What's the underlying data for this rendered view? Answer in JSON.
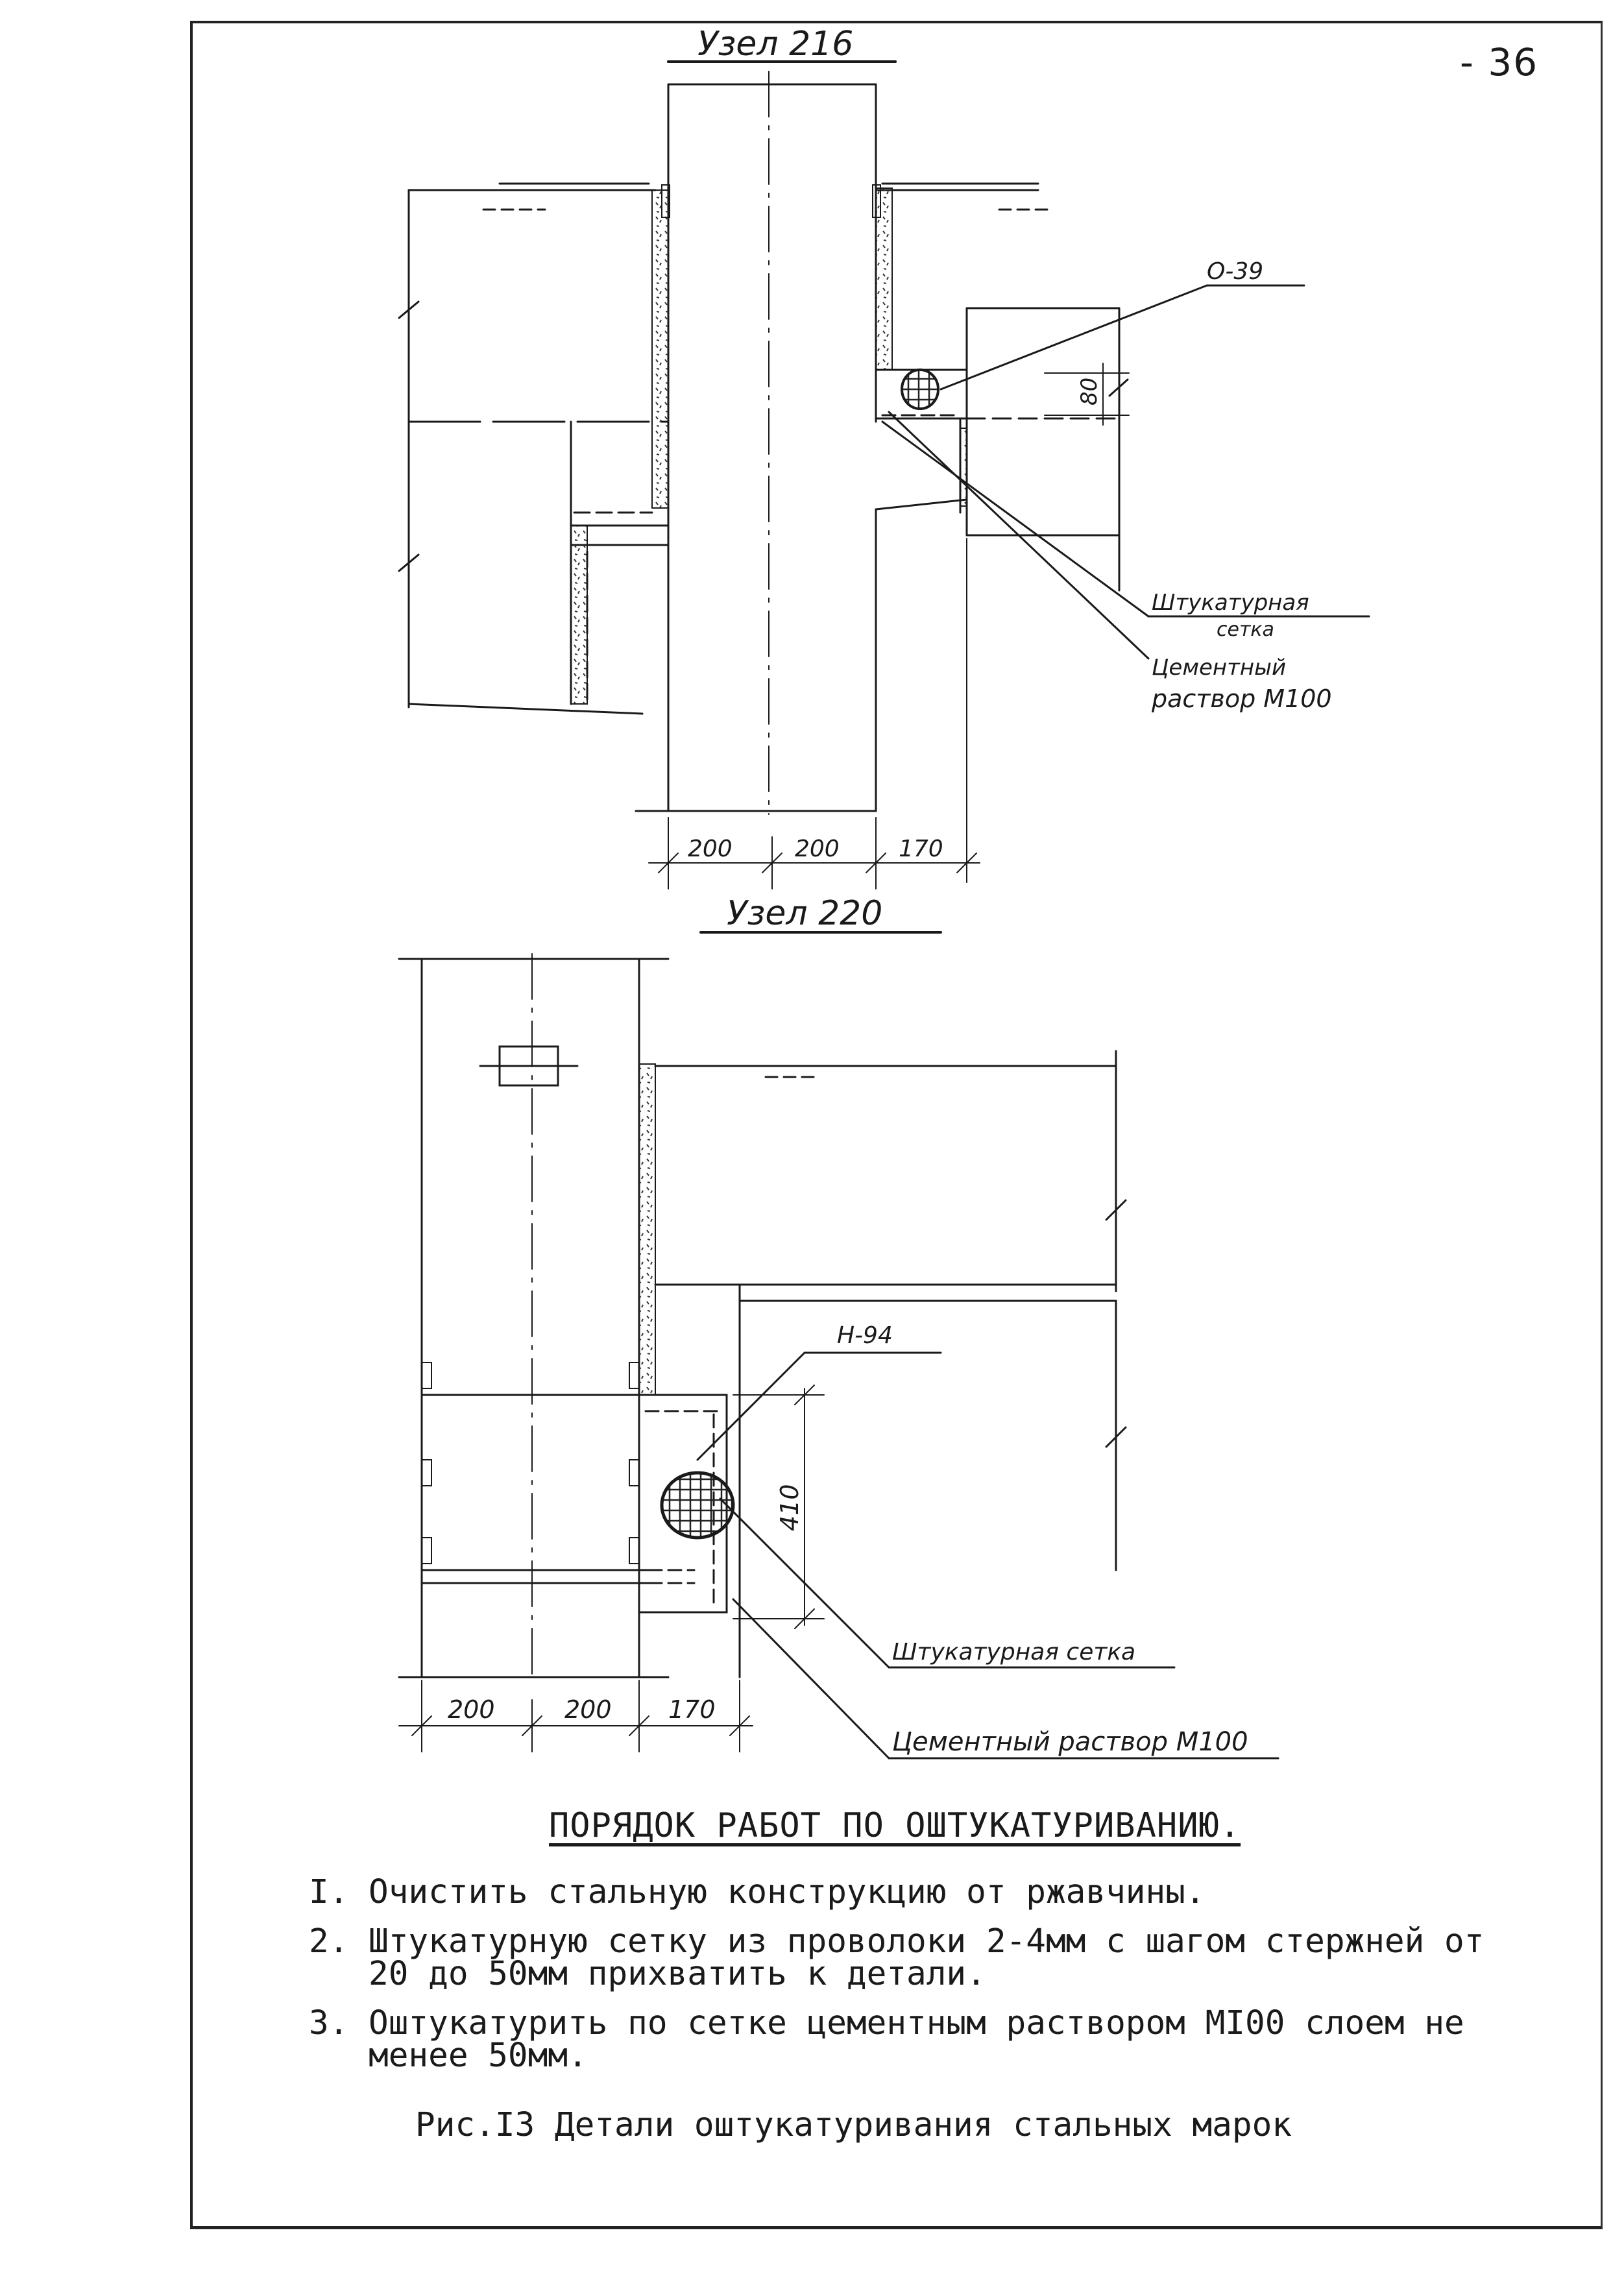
{
  "page": {
    "number": "- 36"
  },
  "node_216": {
    "title": "Узел 216",
    "mark_label": "О-39",
    "dim_vertical": "80",
    "note_mesh_line1": "Штукатурная",
    "note_mesh_line2": "сетка",
    "note_mortar_line1": "Цементный",
    "note_mortar_line2": "раствор М100",
    "dims": [
      "200",
      "200",
      "170"
    ]
  },
  "node_220": {
    "title": "Узел 220",
    "mark_label": "Н-94",
    "dim_vertical": "410",
    "note_mesh": "Штукатурная сетка",
    "note_mortar": "Цементный раствор М100",
    "dims": [
      "200",
      "200",
      "170"
    ]
  },
  "instructions": {
    "title": "ПОРЯДОК РАБОТ ПО ОШТУКАТУРИВАНИЮ.",
    "steps": [
      {
        "num": "I.",
        "text": "Очистить стальную конструкцию от ржавчины."
      },
      {
        "num": "2.",
        "text": "Штукатурную сетку из проволоки  2-4мм с шагом стержней от 20 до 50мм прихватить к детали."
      },
      {
        "num": "3.",
        "text": "Оштукатурить по сетке цементным раствором МI00 слоем не менее 50мм."
      }
    ]
  },
  "caption": "Рис.I3 Детали оштукатуривания стальных марок"
}
